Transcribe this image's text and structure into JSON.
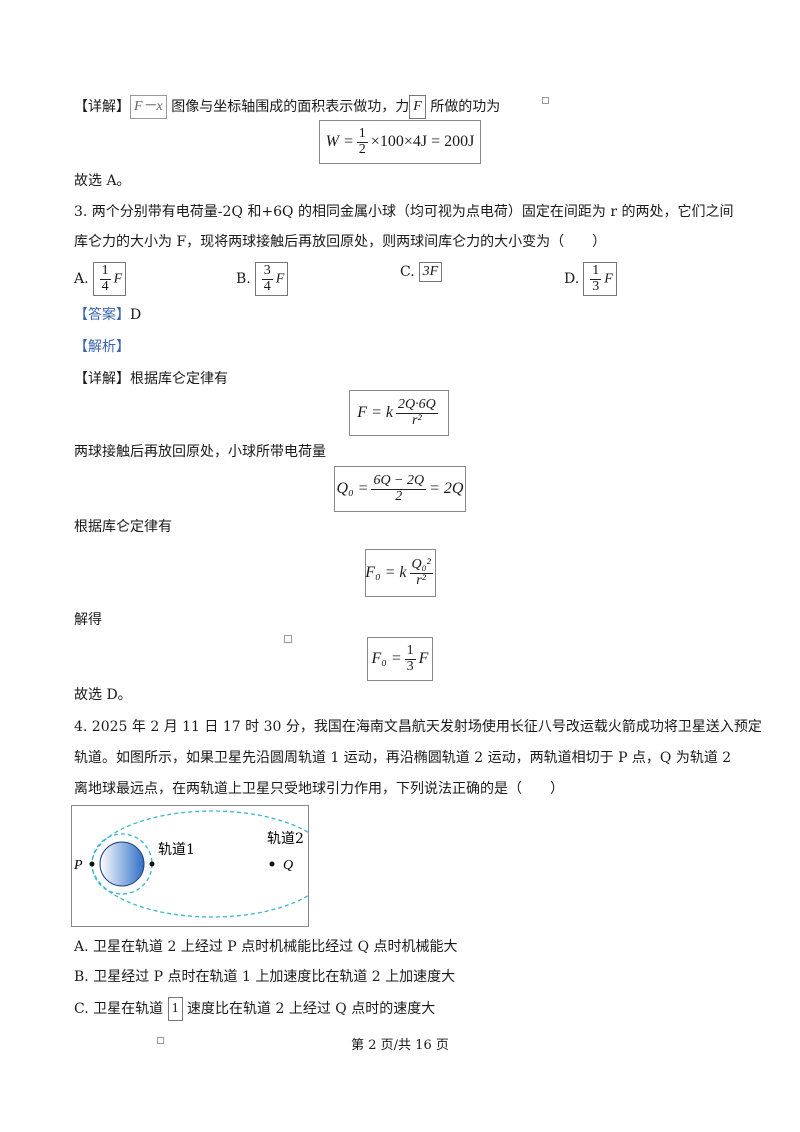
{
  "detail1": {
    "tag": "【详解】",
    "box1": "F－x",
    "text1": "图像与坐标轴围成的面积表示做功，力",
    "box2": "F",
    "text2": "所做的功为"
  },
  "eq_w": {
    "lhs": "W =",
    "num": "1",
    "den": "2",
    "rhs": "×100×4J = 200J"
  },
  "choose1": "故选 A。",
  "q3": {
    "line1": "3. 两个分别带有电荷量-2Q 和+6Q 的相同金属小球（均可视为点电荷）固定在间距为 r 的两处，它们之间",
    "line2": "库仑力的大小为 F，现将两球接触后再放回原处，则两球间库仑力的大小变为（　　）",
    "options": [
      {
        "label": "A.",
        "num": "1",
        "den": "4",
        "var": "F"
      },
      {
        "label": "B.",
        "num": "3",
        "den": "4",
        "var": "F"
      },
      {
        "label": "C.",
        "expr": "3F"
      },
      {
        "label": "D.",
        "num": "1",
        "den": "3",
        "var": "F"
      }
    ],
    "answer_tag": "【答案】",
    "answer": "D",
    "analysis_tag": "【解析】",
    "detail_tag": "【详解】",
    "detail_text": "根据库仑定律有",
    "eq1": {
      "lhs": "F = k",
      "num": "2Q·6Q",
      "den": "r²"
    },
    "text2": "两球接触后再放回原处，小球所带电荷量",
    "eq2": {
      "lhs": "Q₀ =",
      "num": "6Q − 2Q",
      "den": "2",
      "rhs": "= 2Q"
    },
    "text3": "根据库仑定律有",
    "eq3": {
      "lhs": "F₀ = k",
      "num": "Q₀²",
      "den": "r²"
    },
    "text4": "解得",
    "eq4": {
      "lhs": "F₀ =",
      "num": "1",
      "den": "3",
      "rhs": "F"
    },
    "choose": "故选 D。"
  },
  "q4": {
    "line1": "4. 2025 年 2 月 11 日 17 时 30 分，我国在海南文昌航天发射场使用长征八号改运载火箭成功将卫星送入预定",
    "line2": "轨道。如图所示，如果卫星先沿圆周轨道 1 运动，再沿椭圆轨道 2 运动，两轨道相切于 P 点，Q 为轨道 2",
    "line3": "离地球最远点，在两轨道上卫星只受地球引力作用，下列说法正确的是（　　）",
    "figure": {
      "label_orbit1": "轨道1",
      "label_orbit2": "轨道2",
      "label_p": "P",
      "label_q": "Q"
    },
    "optA": "A. 卫星在轨道 2 上经过 P 点时机械能比经过 Q 点时机械能大",
    "optB": "B. 卫星经过 P 点时在轨道 1 上加速度比在轨道 2 上加速度大",
    "optC_pre": "C. 卫星在轨道",
    "optC_box": "1",
    "optC_post": "速度比在轨道 2 上经过 Q 点时的速度大"
  },
  "footer": "第 2 页/共 16 页"
}
